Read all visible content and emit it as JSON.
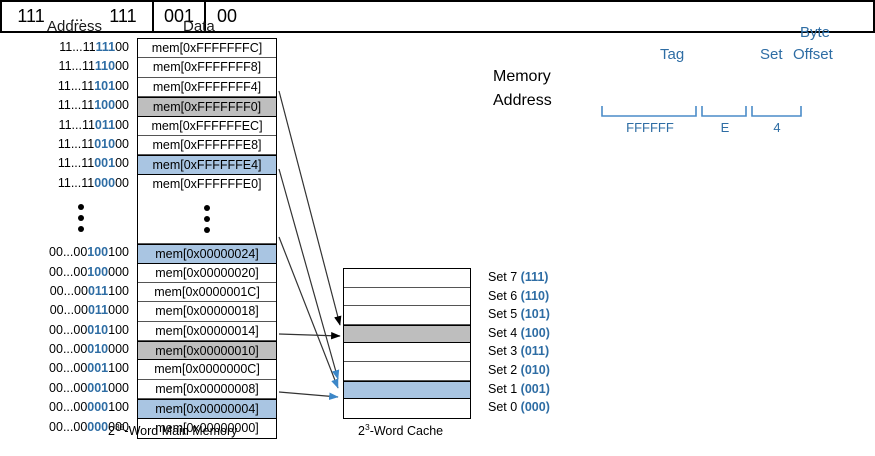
{
  "headers": {
    "address": "Address",
    "data": "Data"
  },
  "memory": {
    "caption_prefix": "2",
    "caption_sup": "30",
    "caption_suffix": "-Word Main Memory",
    "upper_rows": [
      {
        "addr_pre": "11...11",
        "addr_set": "111",
        "addr_off": "00",
        "data": "mem[0xFFFFFFFC]",
        "fill": "none"
      },
      {
        "addr_pre": "11...11",
        "addr_set": "110",
        "addr_off": "00",
        "data": "mem[0xFFFFFFF8]",
        "fill": "none"
      },
      {
        "addr_pre": "11...11",
        "addr_set": "101",
        "addr_off": "00",
        "data": "mem[0xFFFFFFF4]",
        "fill": "none"
      },
      {
        "addr_pre": "11...11",
        "addr_set": "100",
        "addr_off": "00",
        "data": "mem[0xFFFFFFF0]",
        "fill": "gray"
      },
      {
        "addr_pre": "11...11",
        "addr_set": "011",
        "addr_off": "00",
        "data": "mem[0xFFFFFFEC]",
        "fill": "none"
      },
      {
        "addr_pre": "11...11",
        "addr_set": "010",
        "addr_off": "00",
        "data": "mem[0xFFFFFFE8]",
        "fill": "none"
      },
      {
        "addr_pre": "11...11",
        "addr_set": "001",
        "addr_off": "00",
        "data": "mem[0xFFFFFFE4]",
        "fill": "blue"
      },
      {
        "addr_pre": "11...11",
        "addr_set": "000",
        "addr_off": "00",
        "data": "mem[0xFFFFFFE0]",
        "fill": "none"
      }
    ],
    "lower_rows": [
      {
        "addr_pre": "00...00",
        "addr_set": "100",
        "addr_off": "100",
        "data": "mem[0x00000024]",
        "fill": "blue"
      },
      {
        "addr_pre": "00...00",
        "addr_set": "100",
        "addr_off": "000",
        "data": "mem[0x00000020]",
        "fill": "none"
      },
      {
        "addr_pre": "00...00",
        "addr_set": "011",
        "addr_off": "100",
        "data": "mem[0x0000001C]",
        "fill": "none"
      },
      {
        "addr_pre": "00...00",
        "addr_set": "011",
        "addr_off": "000",
        "data": "mem[0x00000018]",
        "fill": "none"
      },
      {
        "addr_pre": "00...00",
        "addr_set": "010",
        "addr_off": "100",
        "data": "mem[0x00000014]",
        "fill": "none"
      },
      {
        "addr_pre": "00...00",
        "addr_set": "010",
        "addr_off": "000",
        "data": "mem[0x00000010]",
        "fill": "gray"
      },
      {
        "addr_pre": "00...00",
        "addr_set": "001",
        "addr_off": "100",
        "data": "mem[0x0000000C]",
        "fill": "none"
      },
      {
        "addr_pre": "00...00",
        "addr_set": "001",
        "addr_off": "000",
        "data": "mem[0x00000008]",
        "fill": "none"
      },
      {
        "addr_pre": "00...00",
        "addr_set": "000",
        "addr_off": "100",
        "data": "mem[0x00000004]",
        "fill": "blue"
      },
      {
        "addr_pre": "00...00",
        "addr_set": "000",
        "addr_off": "000",
        "data": "mem[0x00000000]",
        "fill": "none"
      }
    ]
  },
  "cache": {
    "caption_prefix": "2",
    "caption_sup": "3",
    "caption_suffix": "-Word Cache",
    "sets": [
      {
        "label": "Set 7",
        "bits": "(111)",
        "fill": "none"
      },
      {
        "label": "Set 6",
        "bits": "(110)",
        "fill": "none"
      },
      {
        "label": "Set 5",
        "bits": "(101)",
        "fill": "none"
      },
      {
        "label": "Set 4",
        "bits": "(100)",
        "fill": "gray"
      },
      {
        "label": "Set 3",
        "bits": "(011)",
        "fill": "none"
      },
      {
        "label": "Set 2",
        "bits": "(010)",
        "fill": "none"
      },
      {
        "label": "Set 1",
        "bits": "(001)",
        "fill": "blue"
      },
      {
        "label": "Set 0",
        "bits": "(000)",
        "fill": "none"
      }
    ]
  },
  "address_breakdown": {
    "label_line1": "Memory",
    "label_line2": "Address",
    "field_labels": {
      "tag": "Tag",
      "set": "Set",
      "byte": "Byte",
      "offset": "Offset"
    },
    "fields": [
      {
        "name": "tag-high",
        "value": "111"
      },
      {
        "name": "tag-ellipsis",
        "value": "..."
      },
      {
        "name": "tag-low",
        "value": "111"
      },
      {
        "name": "set",
        "value": "001"
      },
      {
        "name": "byte-offset",
        "value": "00"
      }
    ],
    "hex_labels": [
      {
        "name": "tag-hex",
        "value": "FFFFFF"
      },
      {
        "name": "set-hex",
        "value": "E"
      },
      {
        "name": "offset-hex",
        "value": "4"
      }
    ]
  },
  "colors": {
    "blue_accent": "#2E6DA4",
    "gray_fill": "#BEBEBE",
    "blue_fill": "#A9C5E2",
    "arrow_blue": "#3C87C8"
  }
}
